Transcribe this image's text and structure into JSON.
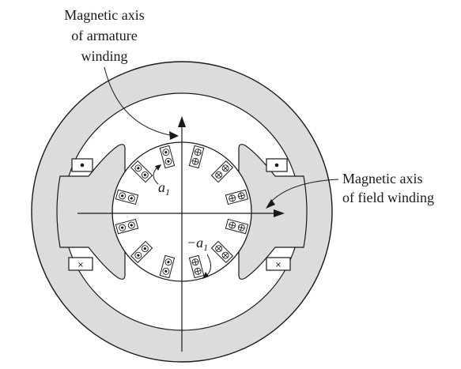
{
  "labels": {
    "armature_axis": [
      "Magnetic axis",
      "of armature",
      "winding"
    ],
    "field_axis": [
      "Magnetic axis",
      "of field winding"
    ],
    "a1": "a",
    "a1_sub": "1",
    "minus_a1": "−a",
    "minus_a1_sub": "1"
  },
  "symbols": {
    "dot": "◉",
    "plus_circle": "⊕",
    "cross": "×"
  },
  "colors": {
    "yoke": "#dcdcdc",
    "line": "#1a1a1a",
    "background": "#ffffff"
  }
}
